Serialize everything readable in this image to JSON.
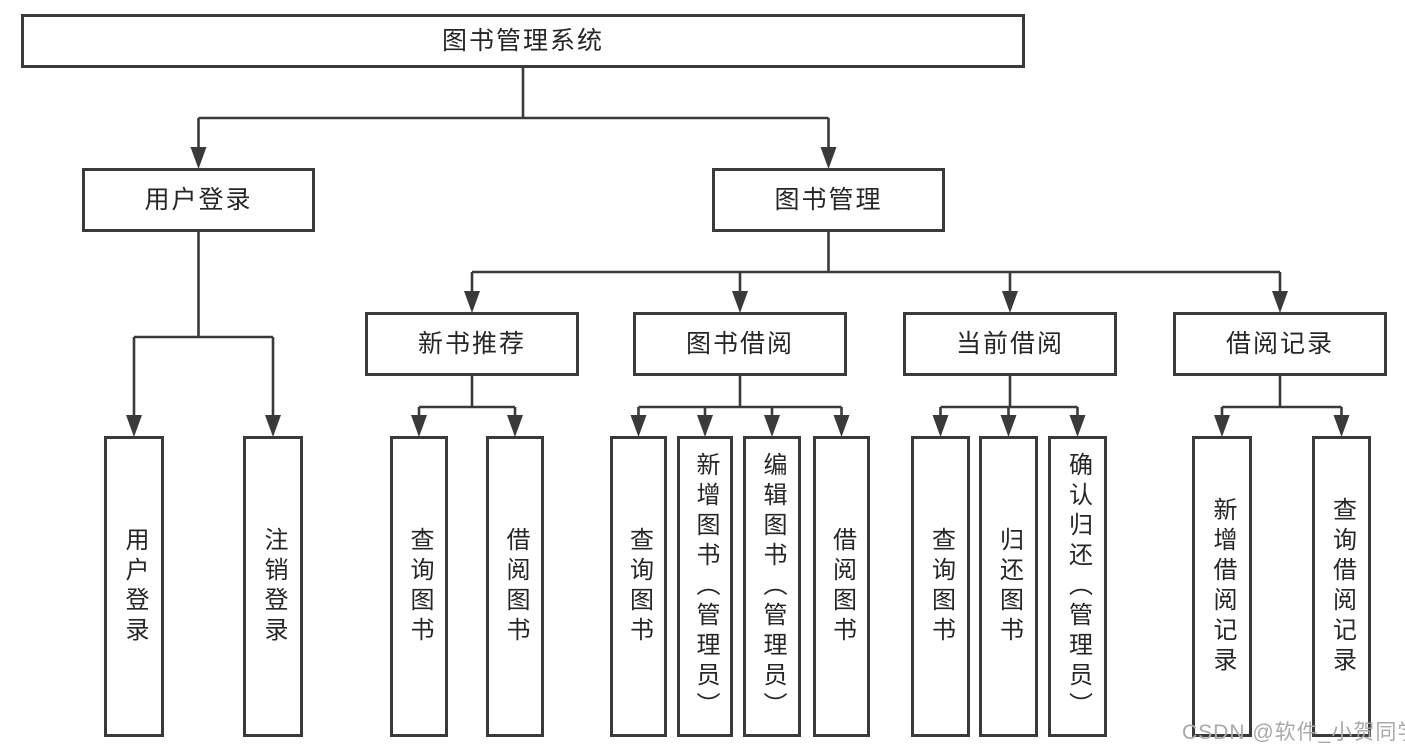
{
  "diagram": {
    "title": "图书管理系统",
    "nodes": [
      {
        "id": "root",
        "label": "图书管理系统"
      },
      {
        "id": "user-login",
        "label": "用户登录"
      },
      {
        "id": "book-management",
        "label": "图书管理"
      },
      {
        "id": "new-book-recommend",
        "label": "新书推荐"
      },
      {
        "id": "book-borrowing",
        "label": "图书借阅"
      },
      {
        "id": "current-borrowing",
        "label": "当前借阅"
      },
      {
        "id": "borrowing-records",
        "label": "借阅记录"
      },
      {
        "id": "leaf-user-login",
        "label": "用户登录"
      },
      {
        "id": "leaf-logout",
        "label": "注销登录"
      },
      {
        "id": "leaf-query-books-rec",
        "label": "查询图书"
      },
      {
        "id": "leaf-borrow-books-rec",
        "label": "借阅图书"
      },
      {
        "id": "leaf-query-books-borrow",
        "label": "查询图书"
      },
      {
        "id": "leaf-add-books",
        "label": "新增图书（管理员）"
      },
      {
        "id": "leaf-edit-books",
        "label": "编辑图书（管理员）"
      },
      {
        "id": "leaf-borrow-books",
        "label": "借阅图书"
      },
      {
        "id": "leaf-query-books-current",
        "label": "查询图书"
      },
      {
        "id": "leaf-return-books",
        "label": "归还图书"
      },
      {
        "id": "leaf-confirm-return",
        "label": "确认归还（管理员）"
      },
      {
        "id": "leaf-add-borrow-record",
        "label": "新增借阅记录"
      },
      {
        "id": "leaf-query-borrow-record",
        "label": "查询借阅记录"
      }
    ],
    "edges": [
      {
        "from": "root",
        "to": [
          "user-login",
          "book-management"
        ]
      },
      {
        "from": "user-login",
        "to": [
          "leaf-user-login",
          "leaf-logout"
        ]
      },
      {
        "from": "book-management",
        "to": [
          "new-book-recommend",
          "book-borrowing",
          "current-borrowing",
          "borrowing-records"
        ]
      },
      {
        "from": "new-book-recommend",
        "to": [
          "leaf-query-books-rec",
          "leaf-borrow-books-rec"
        ]
      },
      {
        "from": "book-borrowing",
        "to": [
          "leaf-query-books-borrow",
          "leaf-add-books",
          "leaf-edit-books",
          "leaf-borrow-books"
        ]
      },
      {
        "from": "current-borrowing",
        "to": [
          "leaf-query-books-current",
          "leaf-return-books",
          "leaf-confirm-return"
        ]
      },
      {
        "from": "borrowing-records",
        "to": [
          "leaf-add-borrow-record",
          "leaf-query-borrow-record"
        ]
      }
    ]
  },
  "watermark": "CSDN @软件_小贺同学",
  "colors": {
    "line": "#3a3a3a",
    "text": "#262626",
    "background": "#ffffff",
    "watermark": "#a9a9a9"
  }
}
